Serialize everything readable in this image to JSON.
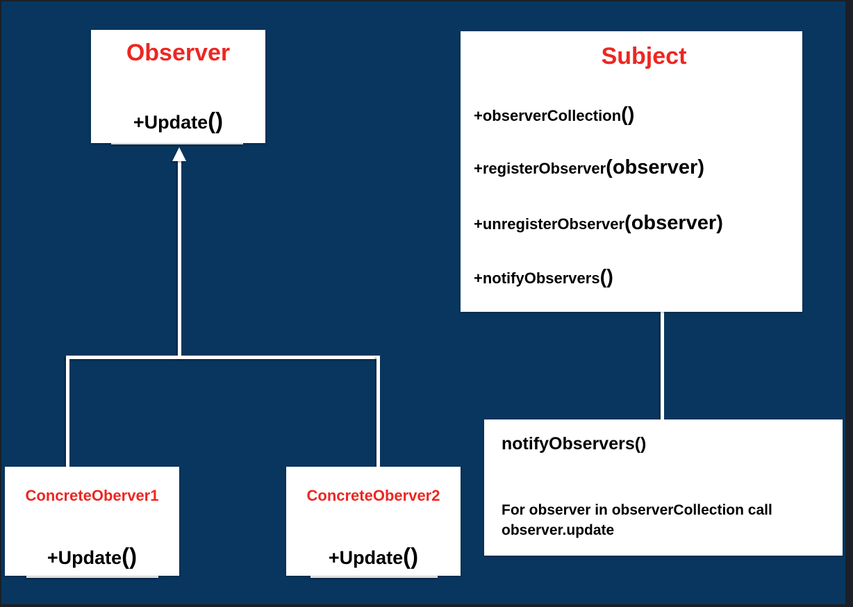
{
  "colors": {
    "background": "#08365f",
    "frame": "#1b2027",
    "box_background": "#ffffff",
    "class_title_red": "#ec2722",
    "method_text": "#000000",
    "connector_white": "#ffffff"
  },
  "classes": {
    "observer": {
      "title": "Observer",
      "method_name": "+Update",
      "method_params": "()"
    },
    "subject": {
      "title": "Subject",
      "methods": [
        {
          "name": "+observerCollection",
          "params": "()"
        },
        {
          "name": "+registerObserver",
          "params": "(observer)"
        },
        {
          "name": "+unregisterObserver",
          "params": "(observer)"
        },
        {
          "name": "+notifyObservers",
          "params": "()"
        }
      ]
    },
    "concrete_observer_1": {
      "title": "ConcreteOberver1",
      "method_name": "+Update",
      "method_params": "()"
    },
    "concrete_observer_2": {
      "title": "ConcreteOberver2",
      "method_name": "+Update",
      "method_params": "()"
    }
  },
  "note": {
    "title": "notifyObservers()",
    "body": "For observer in observerCollection call observer.update"
  }
}
